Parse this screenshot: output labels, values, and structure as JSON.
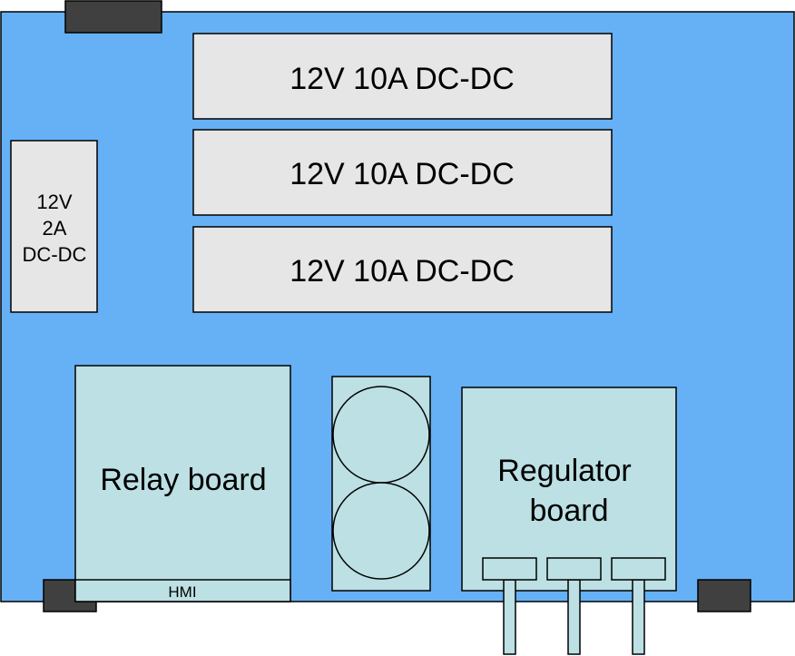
{
  "colors": {
    "board_fill": "#66b1f5",
    "module_fill": "#e6e6e6",
    "component_fill": "#bce0e3",
    "connector_fill": "#404040",
    "outline": "#000000"
  },
  "dcdc_10a": {
    "modules": [
      {
        "label": "12V 10A DC-DC"
      },
      {
        "label": "12V 10A DC-DC"
      },
      {
        "label": "12V 10A DC-DC"
      }
    ]
  },
  "dcdc_2a": {
    "lines": [
      "12V",
      "2A",
      "DC-DC"
    ]
  },
  "relay_board": {
    "label": "Relay board",
    "hmi_label": "HMI"
  },
  "regulator_board": {
    "lines": [
      "Regulator",
      "board"
    ]
  },
  "capacitors": {
    "count": 2
  },
  "regulator_pins": {
    "count": 3
  },
  "mounting_blocks": {
    "count": 3
  }
}
